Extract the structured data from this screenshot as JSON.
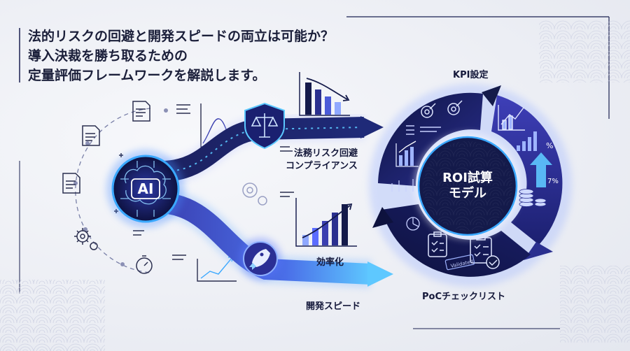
{
  "header": {
    "line1": "法的リスクの回避と開発スピードの両立は可能か？",
    "line2": "導入決裁を勝ち取るための",
    "line3": "定量評価フレームワークを解説します。"
  },
  "ai_hub": {
    "label": "AI"
  },
  "paths": {
    "legal_line1": "法務リスク回避",
    "legal_line2": "コンプライアンス",
    "efficiency": "効率化",
    "dev_speed": "開発スピード"
  },
  "cycle": {
    "center_line1": "ROI試算",
    "center_line2": "モデル",
    "kpi": "KPI設定",
    "poc": "PoCチェックリスト",
    "pct_top": "%",
    "pct_right": "7%",
    "stamp": "Validated"
  },
  "colors": {
    "navy": "#141a4a",
    "indigo": "#2a2f8f",
    "accent": "#5b6cff",
    "glow": "#3aa8ff"
  }
}
